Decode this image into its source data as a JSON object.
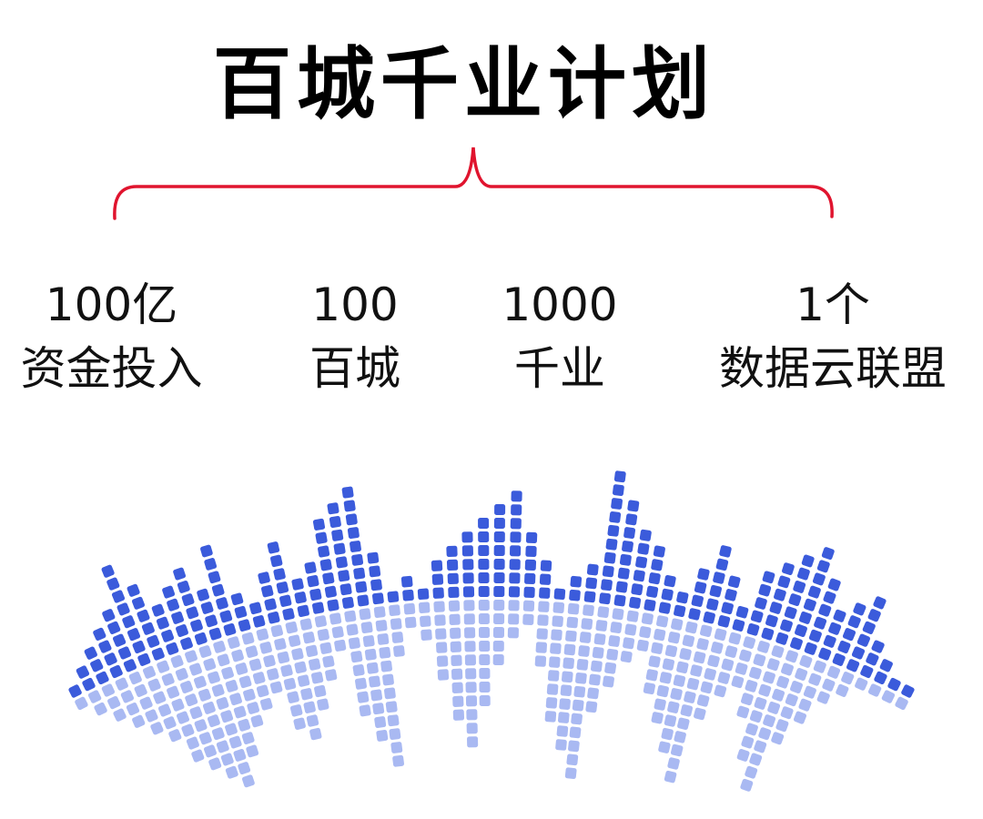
{
  "title": "百城千业计划",
  "items": [
    {
      "value": "100亿",
      "label": "资金投入"
    },
    {
      "value": "100",
      "label": "百城"
    },
    {
      "value": "1000",
      "label": "千业"
    },
    {
      "value": "1个",
      "label": "数据云联盟"
    }
  ],
  "colors": {
    "brace": "#e0142e",
    "bar_dark": "#3b5bdb",
    "bar_light": "#a9b9f2",
    "text": "#111111"
  }
}
